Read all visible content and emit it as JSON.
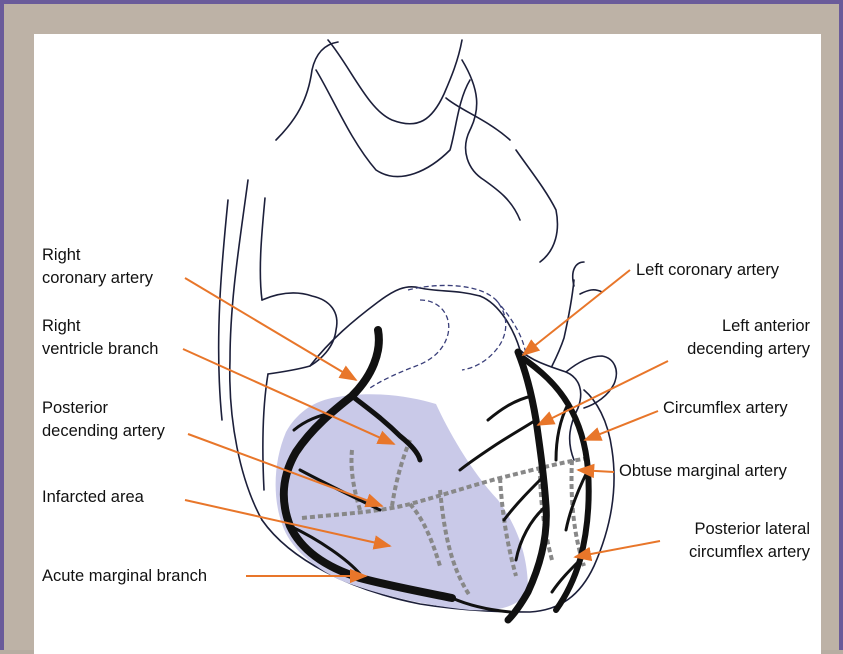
{
  "labels": {
    "right_coronary_1": "Right",
    "right_coronary_2": "coronary artery",
    "right_ventricle_1": "Right",
    "right_ventricle_2": "ventricle branch",
    "posterior_desc_1": "Posterior",
    "posterior_desc_2": "decending artery",
    "infarcted_area": "Infarcted area",
    "acute_marginal": "Acute marginal branch",
    "left_coronary": "Left coronary artery",
    "left_anterior_1": "Left anterior",
    "left_anterior_2": "decending artery",
    "circumflex": "Circumflex artery",
    "obtuse_marginal": "Obtuse marginal artery",
    "posterior_lateral_1": "Posterior lateral",
    "posterior_lateral_2": "circumflex artery"
  },
  "colors": {
    "arrow": "#e8762a",
    "infarct": "#c9c9e8",
    "artery": "#111111",
    "frame": "#6a5b9a"
  }
}
